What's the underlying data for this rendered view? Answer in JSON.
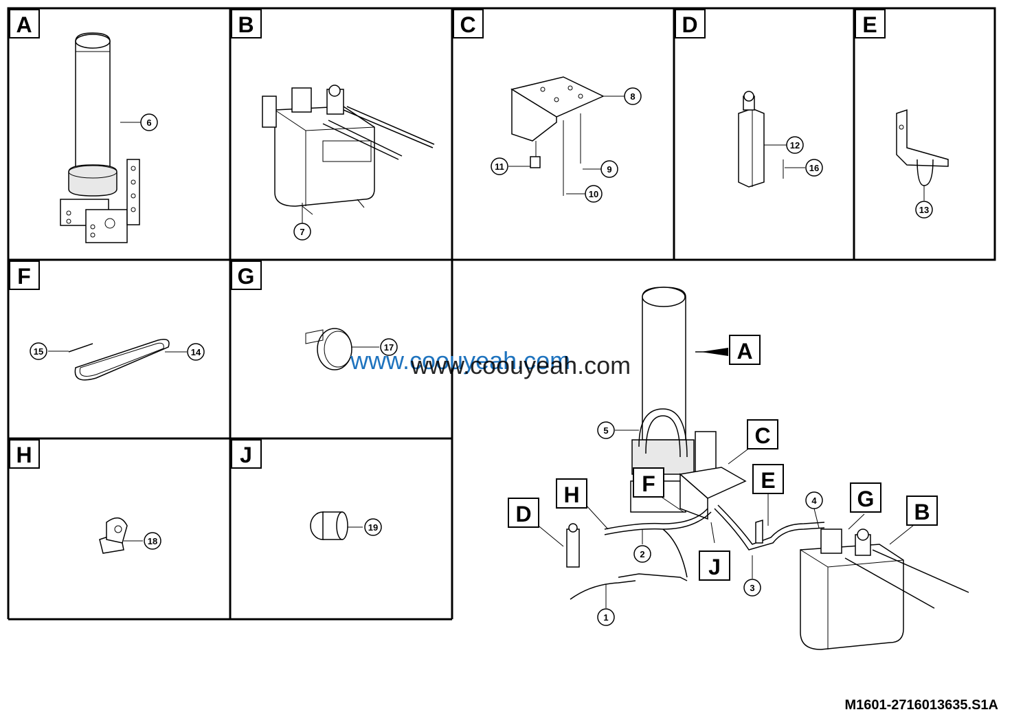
{
  "panels": [
    {
      "letter": "A",
      "callouts": [
        "6"
      ]
    },
    {
      "letter": "B",
      "callouts": [
        "7"
      ]
    },
    {
      "letter": "C",
      "callouts": [
        "8",
        "9",
        "10",
        "11"
      ]
    },
    {
      "letter": "D",
      "callouts": [
        "12",
        "16"
      ]
    },
    {
      "letter": "E",
      "callouts": [
        "13"
      ]
    },
    {
      "letter": "F",
      "callouts": [
        "14",
        "15"
      ]
    },
    {
      "letter": "G",
      "callouts": [
        "17"
      ]
    },
    {
      "letter": "H",
      "callouts": [
        "18"
      ]
    },
    {
      "letter": "J",
      "callouts": [
        "19"
      ]
    }
  ],
  "assembly": {
    "letters": [
      "A",
      "B",
      "C",
      "D",
      "E",
      "F",
      "G",
      "H",
      "J"
    ],
    "callouts": [
      "1",
      "2",
      "3",
      "4",
      "5"
    ]
  },
  "watermark": [
    "www.coouyeah.com",
    "www.coouyeah.com"
  ],
  "drawing_code": "M1601-2716013635.S1A"
}
